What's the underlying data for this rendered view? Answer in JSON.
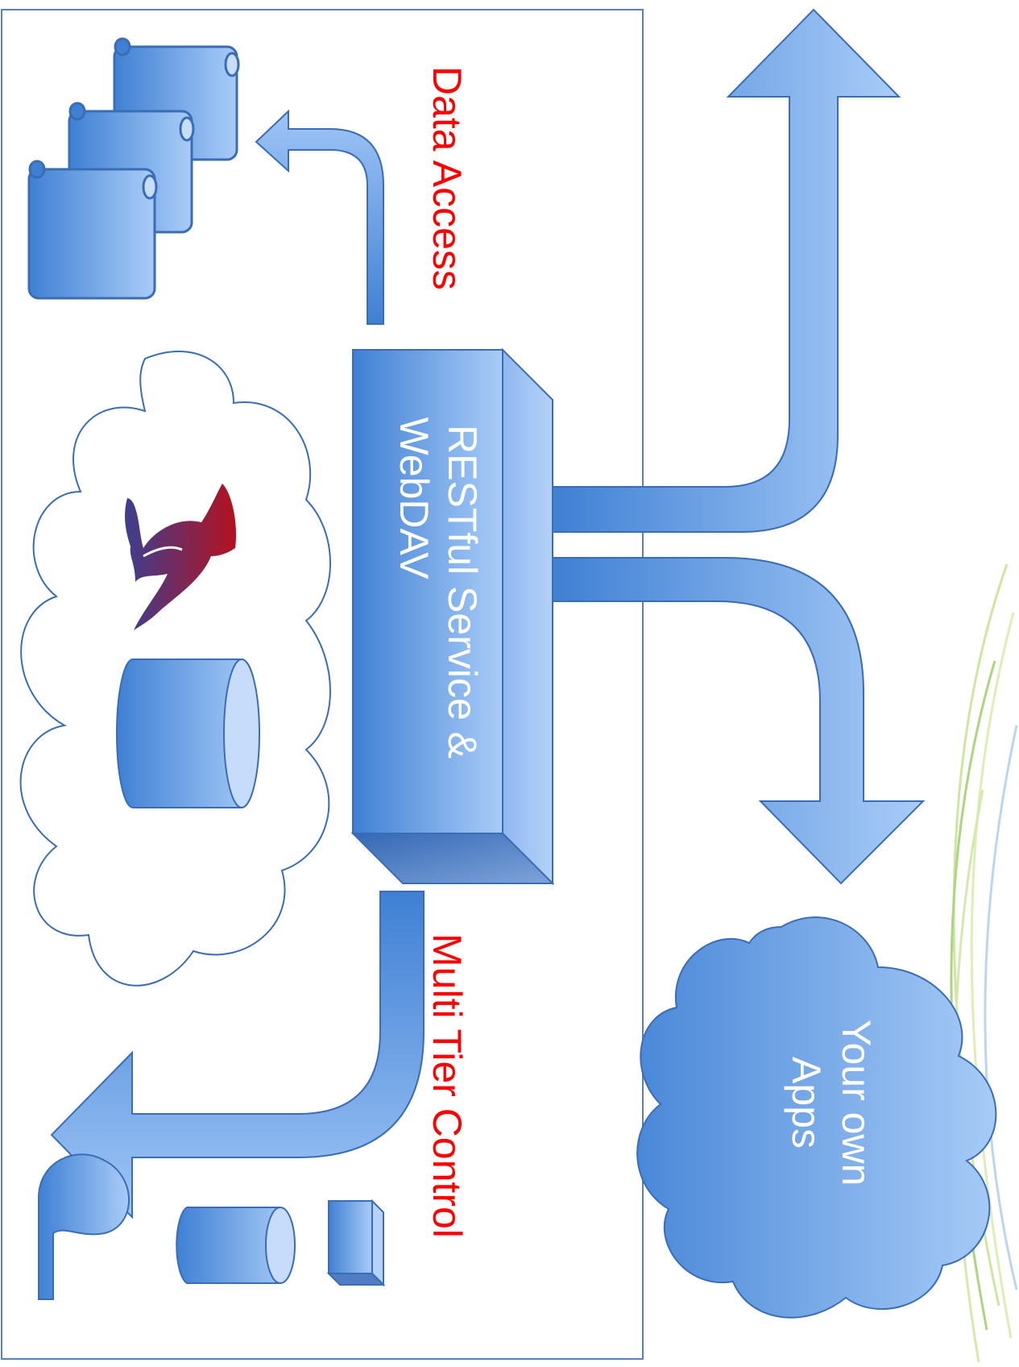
{
  "labels": {
    "data_access": "Data Access",
    "multi_tier": "Multi Tier Control",
    "service_line1": "RESTful Service &",
    "service_line2": "WebDAV",
    "apps_line1": "Your own",
    "apps_line2": "Apps"
  },
  "colors": {
    "box_border": "#5a7fbf",
    "accent_label": "#ff0000",
    "shape_dark": "#3f7fd0",
    "shape_light": "#a9cbf7",
    "outline": "#3a6db5",
    "bird_top": "#b01020",
    "bird_bottom": "#3a3a8a",
    "swoosh_green": "#a8d060"
  }
}
